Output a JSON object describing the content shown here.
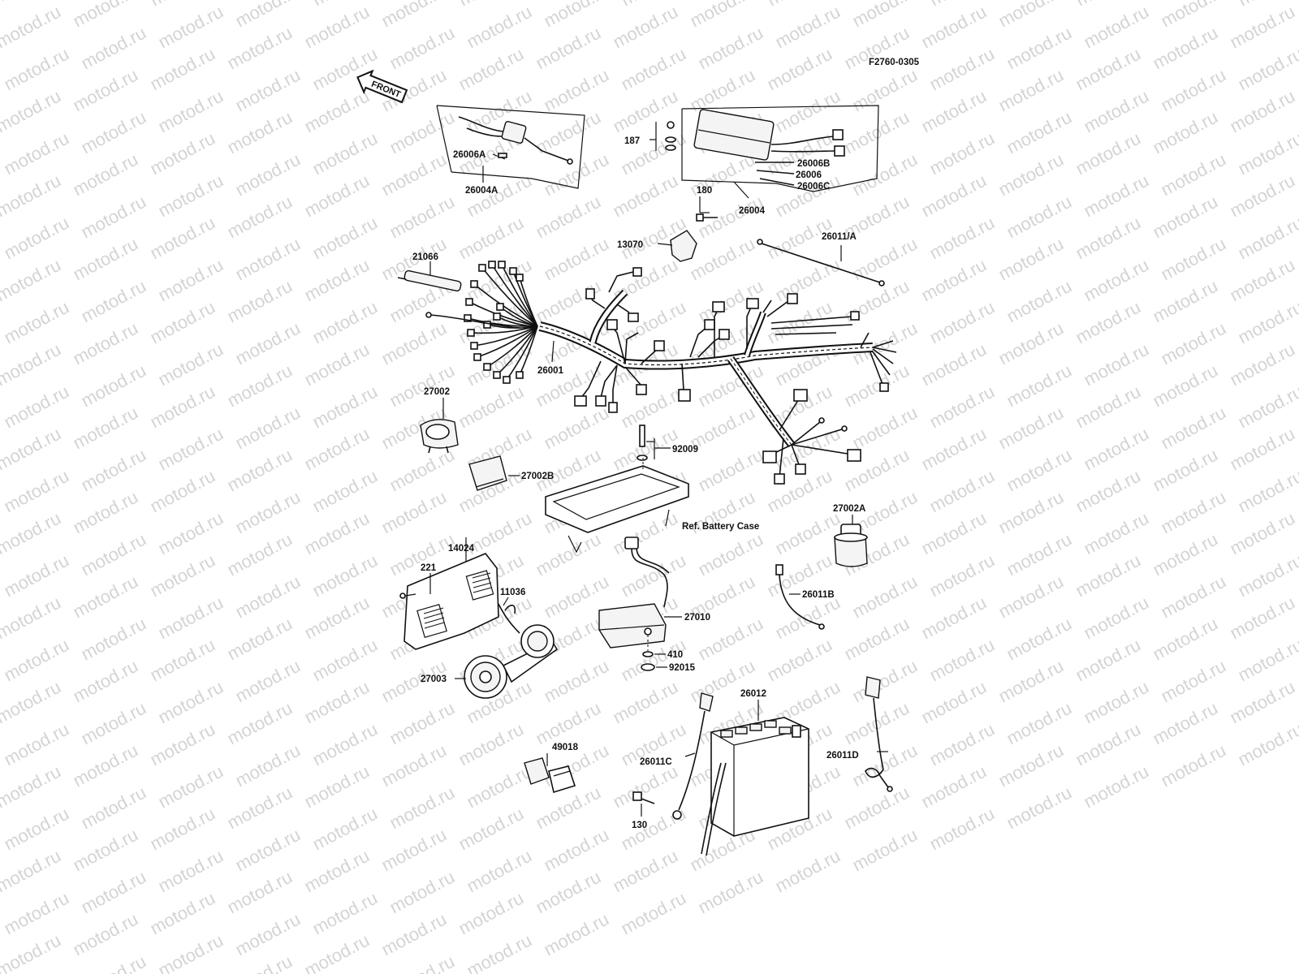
{
  "watermark": "motod.ru",
  "figure_code": "F2760-0305",
  "front_label": "FRONT",
  "reference_label": "Ref. Battery Case",
  "part_labels": [
    {
      "id": "26006A",
      "text": "26006A"
    },
    {
      "id": "26004A",
      "text": "26004A"
    },
    {
      "id": "187",
      "text": "187"
    },
    {
      "id": "26006B",
      "text": "26006B"
    },
    {
      "id": "26006",
      "text": "26006"
    },
    {
      "id": "26006C",
      "text": "26006C"
    },
    {
      "id": "26004",
      "text": "26004"
    },
    {
      "id": "180",
      "text": "180"
    },
    {
      "id": "13070",
      "text": "13070"
    },
    {
      "id": "26011A",
      "text": "26011/A"
    },
    {
      "id": "21066",
      "text": "21066"
    },
    {
      "id": "26001",
      "text": "26001"
    },
    {
      "id": "27002",
      "text": "27002"
    },
    {
      "id": "92009",
      "text": "92009"
    },
    {
      "id": "27002B",
      "text": "27002B"
    },
    {
      "id": "27002A",
      "text": "27002A"
    },
    {
      "id": "14024",
      "text": "14024"
    },
    {
      "id": "221",
      "text": "221"
    },
    {
      "id": "11036",
      "text": "11036"
    },
    {
      "id": "26011B",
      "text": "26011B"
    },
    {
      "id": "27010",
      "text": "27010"
    },
    {
      "id": "410",
      "text": "410"
    },
    {
      "id": "92015",
      "text": "92015"
    },
    {
      "id": "27003",
      "text": "27003"
    },
    {
      "id": "26012",
      "text": "26012"
    },
    {
      "id": "49018",
      "text": "49018"
    },
    {
      "id": "26011C",
      "text": "26011C"
    },
    {
      "id": "26011D",
      "text": "26011D"
    },
    {
      "id": "130",
      "text": "130"
    }
  ]
}
